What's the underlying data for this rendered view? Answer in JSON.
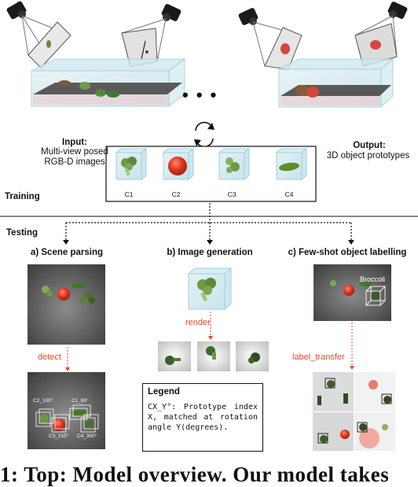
{
  "input": {
    "heading": "Input:",
    "line1": "Multi-view posed",
    "line2": "RGB-D images"
  },
  "output": {
    "heading": "Output:",
    "line1": "3D object prototypes"
  },
  "prototypes": [
    "C1",
    "C2",
    "C3",
    "C4"
  ],
  "sections": {
    "training": "Training",
    "testing": "Testing"
  },
  "panels": {
    "a": "a) Scene parsing",
    "b": "b) Image generation",
    "c": "c) Few-shot object labelling"
  },
  "arrows": {
    "detect": "detect",
    "render": "render",
    "label_transfer": "label_transfer"
  },
  "ellipsis": "• • •",
  "broccoli_label": "Broccoli",
  "detections": [
    "C2_100°",
    "C1_80°",
    "C3_210°",
    "C4_300°"
  ],
  "legend": {
    "title": "Legend",
    "body": "CX_Y°: Prototype index X, matched at rotation angle Y(degrees)."
  },
  "caption_fragment": "1: Top: Model overview. Our model takes",
  "colors": {
    "accent_red": "#e8462c",
    "box_cyan": "#bfe6ee",
    "scene_gray": "#5e5e5e"
  },
  "icons": [
    "camera-icon",
    "refresh-icon",
    "broccoli-icon",
    "tomato-icon",
    "cucumber-icon"
  ]
}
